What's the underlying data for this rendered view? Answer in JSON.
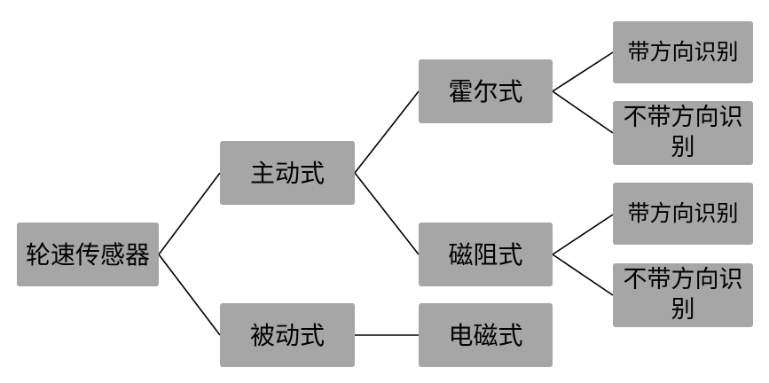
{
  "root": {
    "label": "轮速传感器"
  },
  "level1": [
    {
      "id": "active",
      "label": "主动式"
    },
    {
      "id": "passive",
      "label": "被动式"
    }
  ],
  "level2": [
    {
      "id": "hall",
      "label": "霍尔式"
    },
    {
      "id": "mr",
      "label": "磁阻式"
    },
    {
      "id": "em",
      "label": "电磁式"
    }
  ],
  "level3": [
    {
      "id": "hall-dir",
      "label": "带方向识别"
    },
    {
      "id": "hall-nodir",
      "label": "不带方向识别"
    },
    {
      "id": "mr-dir",
      "label": "带方向识别"
    },
    {
      "id": "mr-nodir",
      "label": "不带方向识别"
    }
  ],
  "colors": {
    "node_fill": "#a6a6a6",
    "line": "#000000",
    "text": "#000000"
  }
}
